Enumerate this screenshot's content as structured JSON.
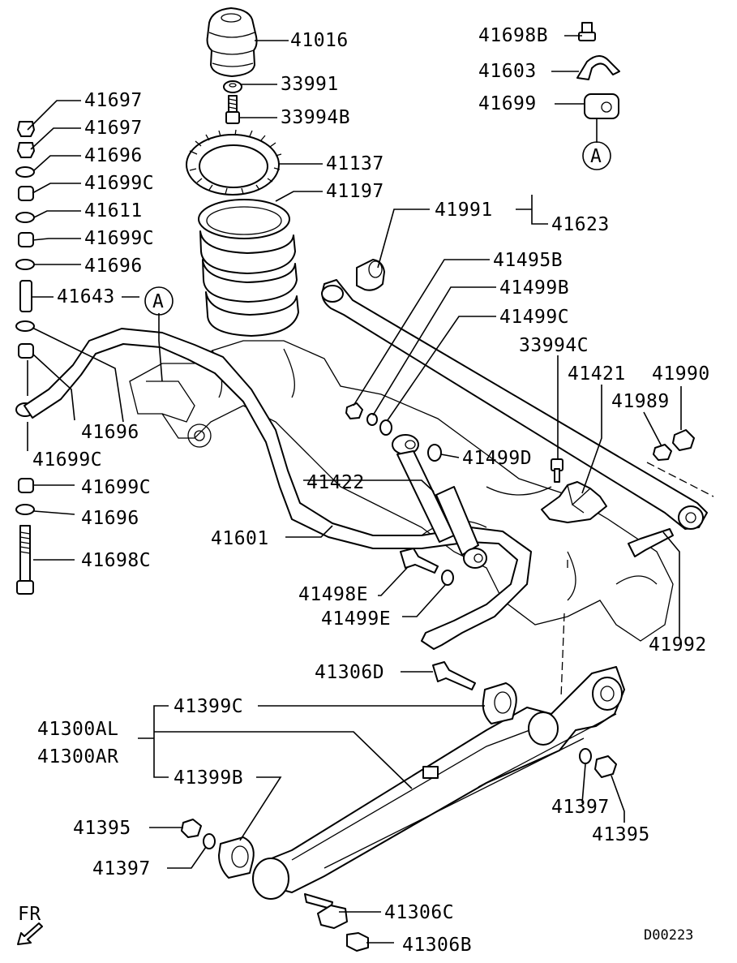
{
  "labels": {
    "p41016": "41016",
    "p33991": "33991",
    "p33994B": "33994B",
    "p41137": "41137",
    "p41197": "41197",
    "p41698B": "41698B",
    "p41603": "41603",
    "p41699": "41699",
    "callout_a_top": "A",
    "p41697a": "41697",
    "p41697b": "41697",
    "p41696a": "41696",
    "p41699Ca": "41699C",
    "p41611": "41611",
    "p41699Cb": "41699C",
    "p41696b": "41696",
    "p41643": "41643",
    "callout_a_left": "A",
    "p41696c": "41696",
    "p41699Cc": "41699C",
    "p41699Cd": "41699C",
    "p41696d": "41696",
    "p41698C": "41698C",
    "p41991": "41991",
    "p41623": "41623",
    "p41495B": "41495B",
    "p41499B": "41499B",
    "p41499C": "41499C",
    "p33994C": "33994C",
    "p41421": "41421",
    "p41990": "41990",
    "p41989": "41989",
    "p41499D": "41499D",
    "p41422": "41422",
    "p41601": "41601",
    "p41498E": "41498E",
    "p41499E": "41499E",
    "p41992": "41992",
    "p41306D": "41306D",
    "p41399C": "41399C",
    "p41300AL": "41300AL",
    "p41300AR": "41300AR",
    "p41399B": "41399B",
    "p41395a": "41395",
    "p41397a": "41397",
    "p41397b": "41397",
    "p41395b": "41395",
    "p41306C": "41306C",
    "p41306B": "41306B",
    "direction": "FR",
    "drawing_code": "D00223"
  }
}
